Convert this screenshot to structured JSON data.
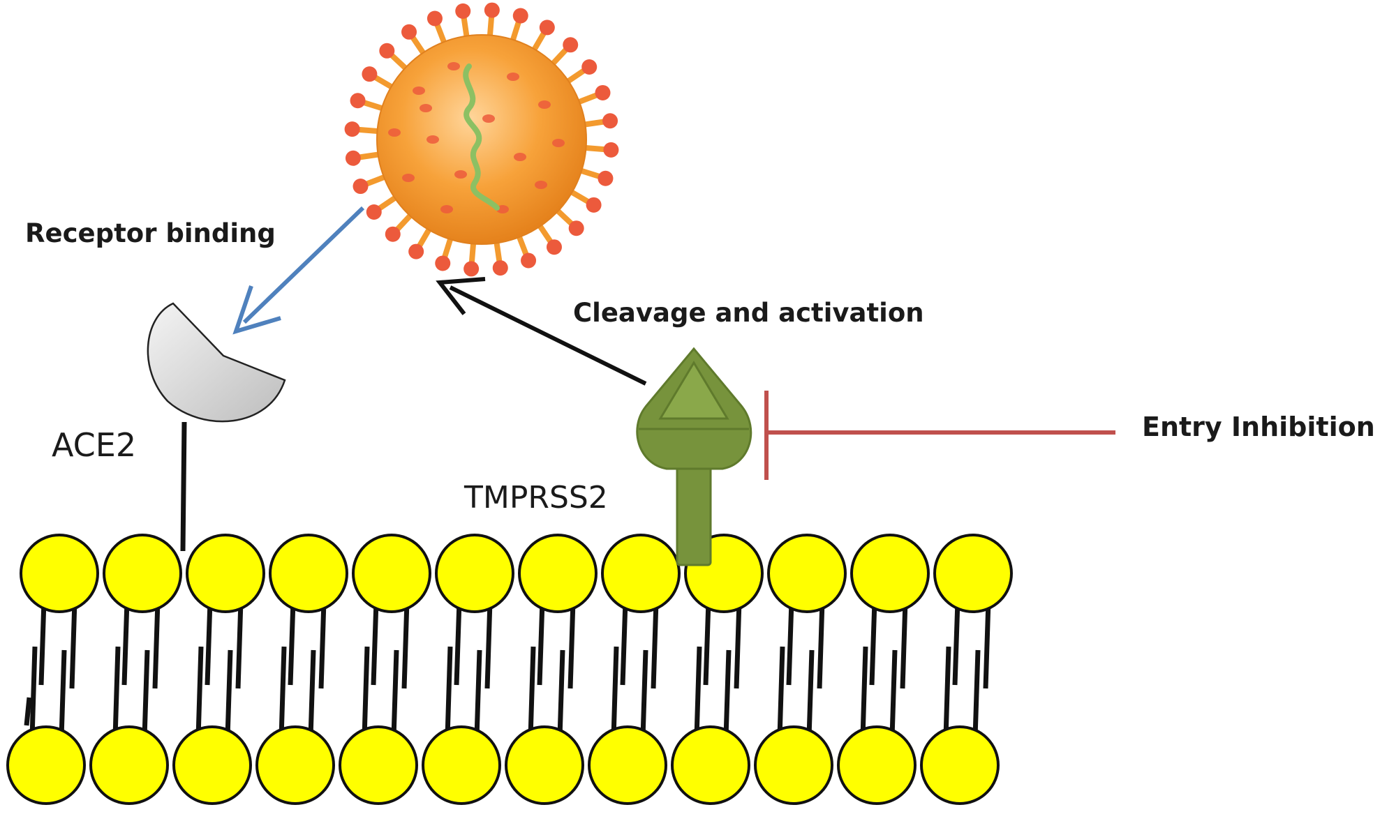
{
  "diagram": {
    "labels": {
      "receptor_binding": "Receptor binding",
      "cleavage_activation": "Cleavage and activation",
      "entry_inhibition": "Entry Inhibition",
      "ace2": "ACE2",
      "tmprss2": "TMPRSS2"
    },
    "colors": {
      "virus_body": "#f39a2e",
      "virus_spike": "#ec5a3c",
      "rna": "#8cc063",
      "receptor_binding_arrow": "#4f81bd",
      "activation_arrow": "#111111",
      "inhibition_line": "#c0504d",
      "tmprss2": "#77933c",
      "ace2": "#d9d9d9",
      "lipid_head": "#ffff00"
    },
    "membrane": {
      "heads_per_layer": 12
    }
  }
}
